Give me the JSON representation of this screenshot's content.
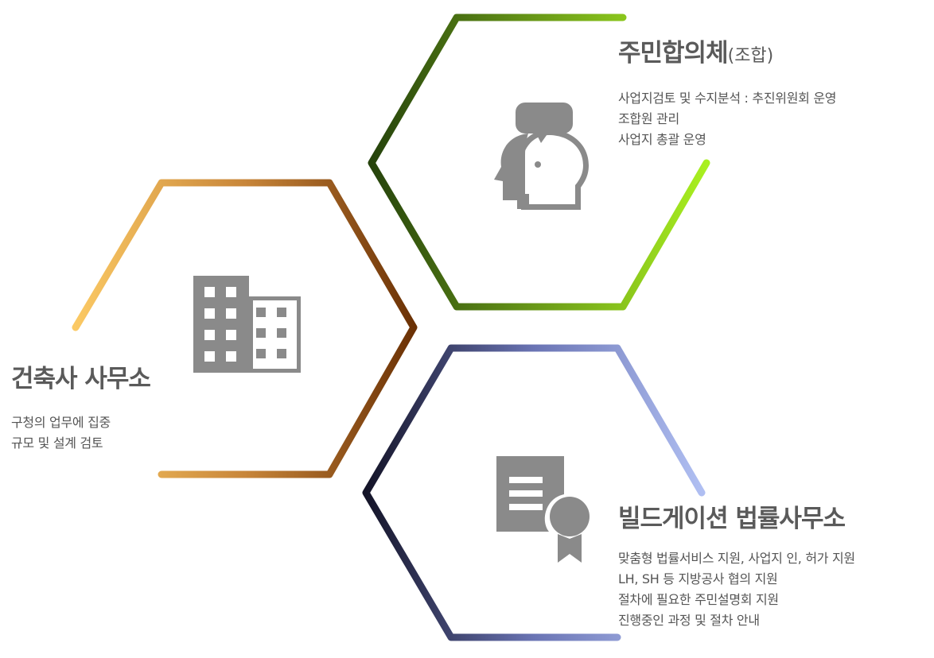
{
  "colors": {
    "architect_gradient": [
      "#fbc964",
      "#c8863a",
      "#6b3105"
    ],
    "resident_gradient": [
      "#a9f020",
      "#6a9a18",
      "#26430c"
    ],
    "law_gradient": [
      "#b0bff2",
      "#6a74b4",
      "#141428"
    ],
    "icon": "#8a8a8a",
    "heading": "#5a5a5a",
    "body_text": "#555555"
  },
  "icons": {
    "architect": "office-building-icon",
    "resident": "people-talking-icon",
    "law": "certificate-icon"
  },
  "architect": {
    "title": "건축사 사무소",
    "lines": [
      "구청의 업무에 집중",
      "규모 및 설계 검토"
    ]
  },
  "resident": {
    "title": "주민합의체",
    "title_sub": "(조합)",
    "lines": [
      "사업지검토 및 수지분석 : 추진위원회 운영",
      "조합원 관리",
      "사업지 총괄 운영"
    ]
  },
  "law": {
    "title": "빌드게이션 법률사무소",
    "lines": [
      "맞춤형 법률서비스 지원, 사업지 인, 허가 지원",
      "LH, SH 등 지방공사 협의  지원",
      "절차에 필요한 주민설명회 지원",
      "진행중인 과정 및 절차 안내"
    ]
  }
}
